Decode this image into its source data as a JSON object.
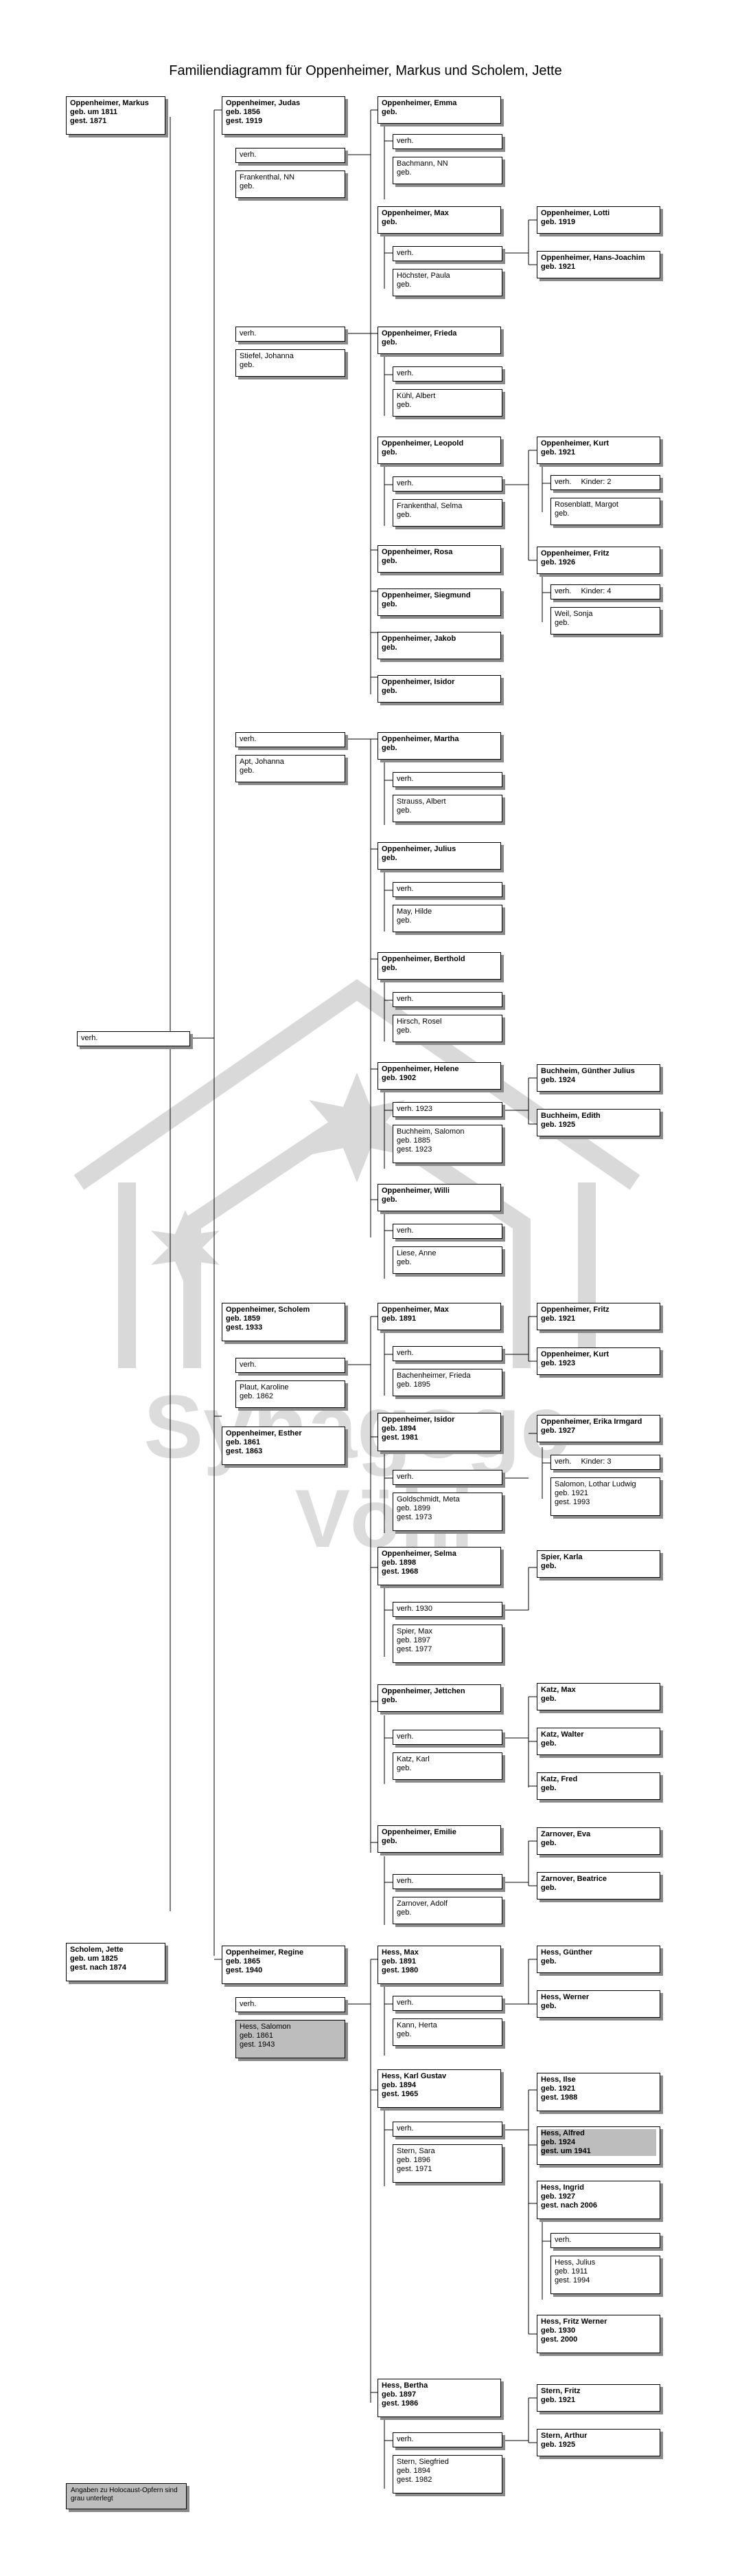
{
  "title": "Familiendiagramm für Oppenheimer, Markus und Scholem, Jette",
  "watermark": {
    "line1": "Synagoge",
    "line2": "Vöhl"
  },
  "legend": "Angaben zu Holocaust-Opfern sind grau unterlegt",
  "persons": [
    {
      "id": "p1",
      "lines": [
        "Oppenheimer, Markus",
        "geb. um 1811",
        "gest. 1871"
      ]
    },
    {
      "id": "p2",
      "lines": [
        "verh."
      ]
    },
    {
      "id": "p3",
      "lines": [
        "Scholem, Jette",
        "geb. um 1825",
        "gest. nach 1874"
      ]
    },
    {
      "id": "p4",
      "lines": [
        "Oppenheimer, Judas",
        "geb. 1856",
        "gest. 1919"
      ]
    },
    {
      "id": "p5",
      "lines": [
        "verh."
      ]
    },
    {
      "id": "p6",
      "lines": [
        "Frankenthal, NN",
        "geb."
      ]
    },
    {
      "id": "p7",
      "lines": [
        "verh."
      ]
    },
    {
      "id": "p8",
      "lines": [
        "Stiefel, Johanna",
        "geb."
      ]
    },
    {
      "id": "p9",
      "lines": [
        "verh."
      ]
    },
    {
      "id": "p10",
      "lines": [
        "Apt, Johanna",
        "geb."
      ]
    },
    {
      "id": "p11",
      "lines": [
        "Oppenheimer, Scholem",
        "geb. 1859",
        "gest. 1933"
      ]
    },
    {
      "id": "p12",
      "lines": [
        "verh."
      ]
    },
    {
      "id": "p13",
      "lines": [
        "Plaut, Karoline",
        "geb. 1862"
      ]
    },
    {
      "id": "p14",
      "lines": [
        "Oppenheimer, Esther",
        "geb. 1861",
        "gest. 1863"
      ]
    },
    {
      "id": "p15",
      "lines": [
        "Oppenheimer, Regine",
        "geb. 1865",
        "gest. 1940"
      ]
    },
    {
      "id": "p16",
      "lines": [
        "verh."
      ]
    },
    {
      "id": "p17",
      "lines": [
        "Hess, Salomon",
        "geb. 1861",
        "gest. 1943"
      ]
    },
    {
      "id": "c1",
      "lines": [
        "Oppenheimer, Emma",
        "geb."
      ]
    },
    {
      "id": "c2",
      "lines": [
        "verh."
      ]
    },
    {
      "id": "c3",
      "lines": [
        "Bachmann, NN",
        "geb."
      ]
    },
    {
      "id": "c4",
      "lines": [
        "Oppenheimer, Max",
        "geb."
      ]
    },
    {
      "id": "c5",
      "lines": [
        "verh."
      ]
    },
    {
      "id": "c6",
      "lines": [
        "Höchster, Paula",
        "geb."
      ]
    },
    {
      "id": "c7",
      "lines": [
        "Oppenheimer, Frieda",
        "geb."
      ]
    },
    {
      "id": "c8",
      "lines": [
        "verh."
      ]
    },
    {
      "id": "c9",
      "lines": [
        "Kühl, Albert",
        "geb."
      ]
    },
    {
      "id": "c10",
      "lines": [
        "Oppenheimer, Leopold",
        "geb."
      ]
    },
    {
      "id": "c11",
      "lines": [
        "verh."
      ]
    },
    {
      "id": "c12",
      "lines": [
        "Frankenthal, Selma",
        "geb."
      ]
    },
    {
      "id": "c13",
      "lines": [
        "Oppenheimer, Rosa",
        "geb."
      ]
    },
    {
      "id": "c14",
      "lines": [
        "Oppenheimer, Siegmund",
        "geb."
      ]
    },
    {
      "id": "c15",
      "lines": [
        "Oppenheimer, Jakob",
        "geb."
      ]
    },
    {
      "id": "c16",
      "lines": [
        "Oppenheimer, Isidor",
        "geb."
      ]
    },
    {
      "id": "c17",
      "lines": [
        "Oppenheimer, Martha",
        "geb."
      ]
    },
    {
      "id": "c18",
      "lines": [
        "verh."
      ]
    },
    {
      "id": "c19",
      "lines": [
        "Strauss, Albert",
        "geb."
      ]
    },
    {
      "id": "c20",
      "lines": [
        "Oppenheimer, Julius",
        "geb."
      ]
    },
    {
      "id": "c21",
      "lines": [
        "verh."
      ]
    },
    {
      "id": "c22",
      "lines": [
        "May, Hilde",
        "geb."
      ]
    },
    {
      "id": "c23",
      "lines": [
        "Oppenheimer, Berthold",
        "geb."
      ]
    },
    {
      "id": "c24",
      "lines": [
        "verh."
      ]
    },
    {
      "id": "c25",
      "lines": [
        "Hirsch, Rosel",
        "geb."
      ]
    },
    {
      "id": "c26",
      "lines": [
        "Oppenheimer, Helene",
        "geb. 1902"
      ]
    },
    {
      "id": "c27",
      "lines": [
        "verh. 1923"
      ]
    },
    {
      "id": "c28",
      "lines": [
        "Buchheim, Salomon",
        "geb. 1885",
        "gest. 1923"
      ]
    },
    {
      "id": "c29",
      "lines": [
        "Oppenheimer, Willi",
        "geb."
      ]
    },
    {
      "id": "c30",
      "lines": [
        "verh."
      ]
    },
    {
      "id": "c31",
      "lines": [
        "Liese, Anne",
        "geb."
      ]
    },
    {
      "id": "c32",
      "lines": [
        "Oppenheimer, Max",
        "geb. 1891"
      ]
    },
    {
      "id": "c33",
      "lines": [
        "verh."
      ]
    },
    {
      "id": "c34",
      "lines": [
        "Bachenheimer, Frieda",
        "geb. 1895"
      ]
    },
    {
      "id": "c35",
      "lines": [
        "Oppenheimer, Isidor",
        "geb. 1894",
        "gest. 1981"
      ]
    },
    {
      "id": "c36",
      "lines": [
        "verh."
      ]
    },
    {
      "id": "c37",
      "lines": [
        "Goldschmidt, Meta",
        "geb. 1899",
        "gest. 1973"
      ]
    },
    {
      "id": "c38",
      "lines": [
        "Oppenheimer, Selma",
        "geb. 1898",
        "gest. 1968"
      ]
    },
    {
      "id": "c39",
      "lines": [
        "verh. 1930"
      ]
    },
    {
      "id": "c40",
      "lines": [
        "Spier, Max",
        "geb. 1897",
        "gest. 1977"
      ]
    },
    {
      "id": "c41",
      "lines": [
        "Oppenheimer, Jettchen",
        "geb."
      ]
    },
    {
      "id": "c42",
      "lines": [
        "verh."
      ]
    },
    {
      "id": "c43",
      "lines": [
        "Katz, Karl",
        "geb."
      ]
    },
    {
      "id": "c44",
      "lines": [
        "Oppenheimer, Emilie",
        "geb."
      ]
    },
    {
      "id": "c45",
      "lines": [
        "verh."
      ]
    },
    {
      "id": "c46",
      "lines": [
        "Zarnover, Adolf",
        "geb."
      ]
    },
    {
      "id": "c47",
      "lines": [
        "Hess, Max",
        "geb. 1891",
        "gest. 1980"
      ]
    },
    {
      "id": "c48",
      "lines": [
        "verh."
      ]
    },
    {
      "id": "c49",
      "lines": [
        "Kann, Herta",
        "geb."
      ]
    },
    {
      "id": "c50",
      "lines": [
        "Hess, Karl Gustav",
        "geb. 1894",
        "gest. 1965"
      ]
    },
    {
      "id": "c51",
      "lines": [
        "verh."
      ]
    },
    {
      "id": "c52",
      "lines": [
        "Stern, Sara",
        "geb. 1896",
        "gest. 1971"
      ]
    },
    {
      "id": "c53",
      "lines": [
        "Hess, Bertha",
        "geb. 1897",
        "gest. 1986"
      ]
    },
    {
      "id": "c54",
      "lines": [
        "verh."
      ]
    },
    {
      "id": "c55",
      "lines": [
        "Stern, Siegfried",
        "geb. 1894",
        "gest. 1982"
      ]
    },
    {
      "id": "g1",
      "lines": [
        "Oppenheimer, Lotti",
        "geb. 1919"
      ]
    },
    {
      "id": "g2",
      "lines": [
        "Oppenheimer, Hans-Joachim",
        "geb. 1921"
      ]
    },
    {
      "id": "g3",
      "lines": [
        "Oppenheimer, Kurt",
        "geb. 1921"
      ]
    },
    {
      "id": "g4",
      "lines": [
        "verh.",
        "Kinder: 2"
      ]
    },
    {
      "id": "g5",
      "lines": [
        "Rosenblatt, Margot",
        "geb."
      ]
    },
    {
      "id": "g6",
      "lines": [
        "Oppenheimer, Fritz",
        "geb. 1926"
      ]
    },
    {
      "id": "g7",
      "lines": [
        "verh.",
        "Kinder: 4"
      ]
    },
    {
      "id": "g8",
      "lines": [
        "Weil, Sonja",
        "geb."
      ]
    },
    {
      "id": "g9",
      "lines": [
        "Buchheim, Günther Julius",
        "geb. 1924"
      ]
    },
    {
      "id": "g10",
      "lines": [
        "Buchheim, Edith",
        "geb. 1925"
      ]
    },
    {
      "id": "g11",
      "lines": [
        "Oppenheimer, Fritz",
        "geb. 1921"
      ]
    },
    {
      "id": "g12",
      "lines": [
        "Oppenheimer, Kurt",
        "geb. 1923"
      ]
    },
    {
      "id": "g13",
      "lines": [
        "Oppenheimer, Erika Irmgard",
        "geb. 1927"
      ]
    },
    {
      "id": "g14",
      "lines": [
        "verh.",
        "Kinder: 3"
      ]
    },
    {
      "id": "g15",
      "lines": [
        "Salomon, Lothar Ludwig",
        "geb. 1921",
        "gest. 1993"
      ]
    },
    {
      "id": "g16",
      "lines": [
        "Spier, Karla",
        "geb."
      ]
    },
    {
      "id": "g17",
      "lines": [
        "Katz, Max",
        "geb."
      ]
    },
    {
      "id": "g18",
      "lines": [
        "Katz, Walter",
        "geb."
      ]
    },
    {
      "id": "g19",
      "lines": [
        "Katz, Fred",
        "geb."
      ]
    },
    {
      "id": "g20",
      "lines": [
        "Zarnover, Eva",
        "geb."
      ]
    },
    {
      "id": "g21",
      "lines": [
        "Zarnover, Beatrice",
        "geb."
      ]
    },
    {
      "id": "g22",
      "lines": [
        "Hess, Günther",
        "geb."
      ]
    },
    {
      "id": "g23",
      "lines": [
        "Hess, Werner",
        "geb."
      ]
    },
    {
      "id": "g24",
      "lines": [
        "Hess, Ilse",
        "geb. 1921",
        "gest. 1988"
      ]
    },
    {
      "id": "g25",
      "lines": [
        "Hess, Alfred",
        "geb. 1924",
        "gest. um 1941"
      ]
    },
    {
      "id": "g26",
      "lines": [
        "Hess, Ingrid",
        "geb. 1927",
        "gest. nach 2006"
      ]
    },
    {
      "id": "g27",
      "lines": [
        "verh."
      ]
    },
    {
      "id": "g28",
      "lines": [
        "Hess, Julius",
        "geb. 1911",
        "gest. 1994"
      ]
    },
    {
      "id": "g29",
      "lines": [
        "Hess, Fritz Werner",
        "geb. 1930",
        "gest. 2000"
      ]
    },
    {
      "id": "g30",
      "lines": [
        "Stern, Fritz",
        "geb. 1921"
      ]
    },
    {
      "id": "g31",
      "lines": [
        "Stern, Arthur",
        "geb. 1925"
      ]
    }
  ]
}
